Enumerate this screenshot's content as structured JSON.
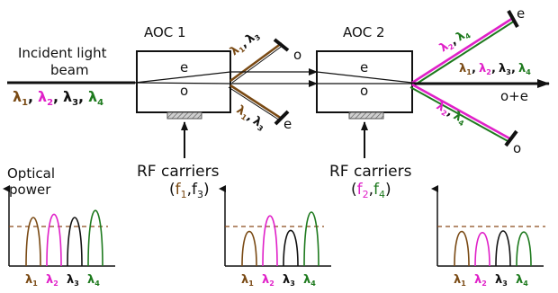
{
  "colors": {
    "lambda1": "#7a4a14",
    "lambda2": "#e020c8",
    "lambda3": "#111111",
    "lambda4": "#1e7a1e",
    "dashed": "#8b4a1a",
    "beam": "#111111"
  },
  "input": {
    "title_line1": "Incident light",
    "title_line2": "beam",
    "lambdas": [
      "λ1",
      "λ2",
      "λ3",
      "λ4"
    ]
  },
  "lambda_glyph": "λ",
  "sub_labels": [
    "1",
    "2",
    "3",
    "4"
  ],
  "aoc1": {
    "label": "AOC 1",
    "ray_e": "e",
    "ray_o": "o",
    "out_top_lambdas": [
      "λ1",
      "λ3"
    ],
    "out_top_end": "o",
    "out_bottom_lambdas": [
      "λ1",
      "λ3"
    ],
    "out_bottom_end": "e",
    "rf_label": "RF carriers",
    "rf_freqs": [
      "f1",
      "f3"
    ]
  },
  "aoc2": {
    "label": "AOC 2",
    "ray_e": "e",
    "ray_o": "o",
    "out_top_lambdas": [
      "λ2",
      "λ4"
    ],
    "out_top_end": "e",
    "out_middle_lambdas": [
      "λ1",
      "λ2",
      "λ3",
      "λ4"
    ],
    "out_middle_end": "o+e",
    "out_bottom_lambdas": [
      "λ2",
      "λ4"
    ],
    "out_bottom_end": "o",
    "rf_label": "RF carriers",
    "rf_freqs": [
      "f2",
      "f4"
    ]
  },
  "spectrum": {
    "ylabel_line1": "Optical",
    "ylabel_line2": "power",
    "plots": [
      {
        "peaks": [
          0.8,
          0.86,
          0.8,
          0.93
        ]
      },
      {
        "peaks": [
          0.54,
          0.83,
          0.56,
          0.9
        ]
      },
      {
        "peaks": [
          0.54,
          0.52,
          0.55,
          0.53
        ]
      }
    ],
    "dashed_level": 0.55
  }
}
